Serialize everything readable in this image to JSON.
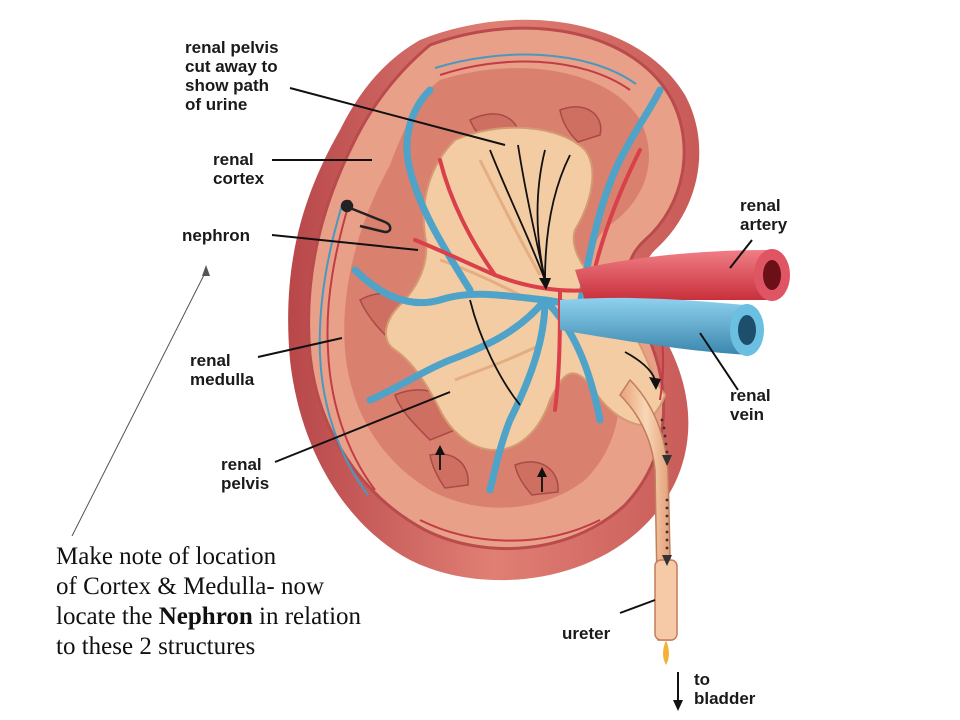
{
  "labels": {
    "renal_pelvis_cut": [
      "renal pelvis",
      "cut away to",
      "show path",
      "of urine"
    ],
    "renal_cortex": [
      "renal",
      "cortex"
    ],
    "nephron": [
      "nephron"
    ],
    "renal_artery": [
      "renal",
      "artery"
    ],
    "renal_medulla": [
      "renal",
      "medulla"
    ],
    "renal_vein": [
      "renal",
      "vein"
    ],
    "renal_pelvis": [
      "renal",
      "pelvis"
    ],
    "ureter": [
      "ureter"
    ],
    "to_bladder": [
      "to",
      "bladder"
    ]
  },
  "note": {
    "line1": "Make note of location",
    "line2": "of Cortex & Medulla- now",
    "line3_before": "locate the ",
    "line3_bold": "Nephron",
    "line3_after": " in relation",
    "line4": "to these 2 structures"
  },
  "colors": {
    "capsule": "#c9605a",
    "cortex": "#e39a82",
    "medulla": "#d98070",
    "pelvis": "#f2c9a2",
    "artery": "#d9404a",
    "vein": "#4fa3c8",
    "text": "#1a1a1a"
  }
}
